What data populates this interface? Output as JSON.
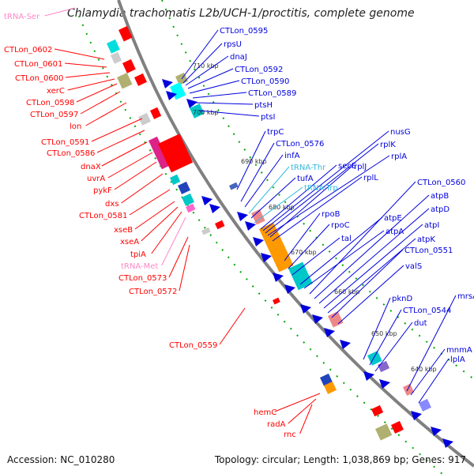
{
  "title": "Chlamydia trachomatis L2b/UCH-1/proctitis, complete genome",
  "footer": {
    "accession": "Accession: NC_010280",
    "topology": "Topology: circular; Length: 1,038,869 bp; Genes: 917"
  },
  "colors": {
    "forward_gene": "#ff0000",
    "reverse_gene": "#0000dd",
    "trna": "#ff88c8",
    "trna_blue": "#33bbdd",
    "backbone": "#808080",
    "gc_dots": "#008800"
  },
  "kbp_markers": [
    "710 kbp",
    "700 kbp",
    "690 kbp",
    "680 kbp",
    "670 kbp",
    "660 kbp",
    "650 kbp",
    "640 kbp"
  ],
  "left_labels": [
    "tRNA-Ser",
    "CTLon_0602",
    "CTLon_0601",
    "CTLon_0600",
    "xerC",
    "CTLon_0598",
    "CTLon_0597",
    "lon",
    "CTLon_0591",
    "CTLon_0586",
    "dnaX",
    "uvrA",
    "pykF",
    "dxs",
    "CTLon_0581",
    "xseB",
    "xseA",
    "tpiA",
    "tRNA-Met",
    "CTLon_0573",
    "CTLon_0572",
    "CTLon_0559",
    "hemC",
    "radA",
    "rnc"
  ],
  "right_labels": [
    "CTLon_0595",
    "rpsU",
    "dnaJ",
    "CTLon_0592",
    "CTLon_0590",
    "CTLon_0589",
    "ptsH",
    "ptsI",
    "trpC",
    "CTLon_0576",
    "infA",
    "tRNA-Thr",
    "tufA",
    "tRNA-Trp",
    "secE",
    "nusG",
    "rplK",
    "rplA",
    "rplJ",
    "rplL",
    "rpoB",
    "rpoC",
    "tal",
    "atpE",
    "atpA",
    "CTLon_0560",
    "atpB",
    "atpD",
    "atpI",
    "atpK",
    "CTLon_0551",
    "valS",
    "pknD",
    "CTLon_0544",
    "dut",
    "mrsA",
    "mnmA",
    "lplA"
  ]
}
